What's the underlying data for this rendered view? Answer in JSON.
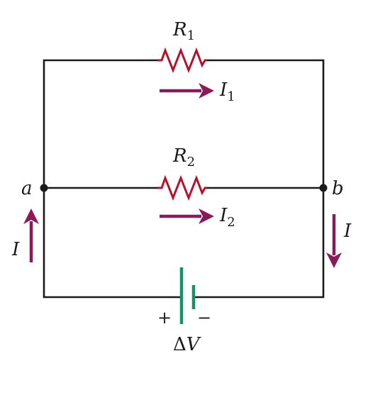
{
  "diagram": {
    "resistor_top": {
      "letter": "R",
      "subscript": "1"
    },
    "resistor_mid": {
      "letter": "R",
      "subscript": "2"
    },
    "current_top": {
      "letter": "I",
      "subscript": "1"
    },
    "current_mid": {
      "letter": "I",
      "subscript": "2"
    },
    "current_left": "I",
    "current_right": "I",
    "node_left": "a",
    "node_right": "b",
    "battery_plus": "+",
    "battery_minus": "−",
    "battery_label": {
      "delta": "Δ",
      "letter": "V"
    }
  },
  "colors": {
    "wire": "#1a1a1a",
    "resistor": "#b3122a",
    "current_arrow": "#8b1a5a",
    "battery": "#12936a"
  }
}
